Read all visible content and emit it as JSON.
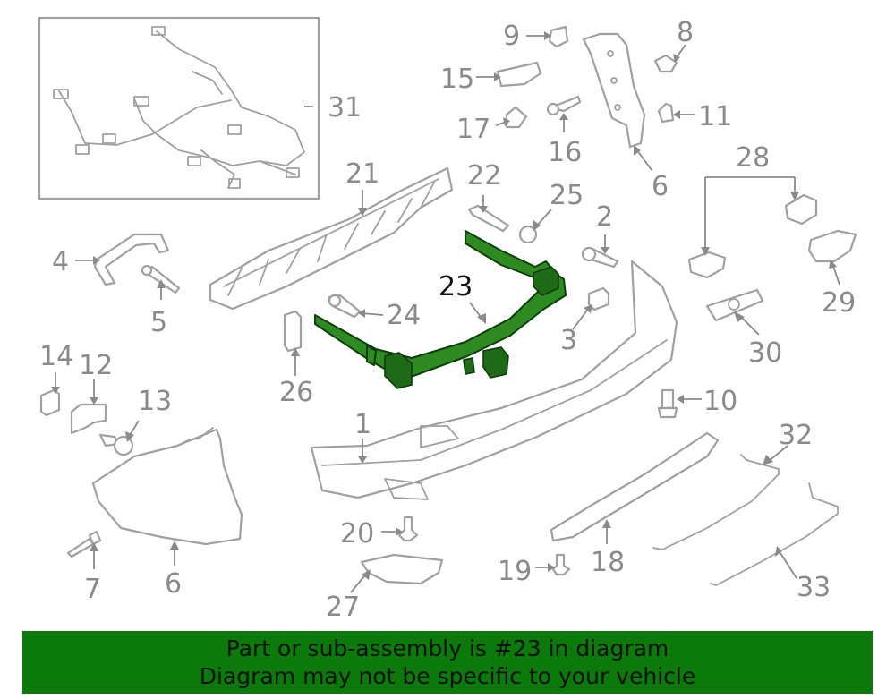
{
  "labels": {
    "l1": "1",
    "l2": "2",
    "l3": "3",
    "l4": "4",
    "l5": "5",
    "l6a": "6",
    "l6b": "6",
    "l7": "7",
    "l8": "8",
    "l9": "9",
    "l10": "10",
    "l11": "11",
    "l12": "12",
    "l13": "13",
    "l14": "14",
    "l15": "15",
    "l16": "16",
    "l17": "17",
    "l18": "18",
    "l19": "19",
    "l20": "20",
    "l21": "21",
    "l22": "22",
    "l23": "23",
    "l24": "24",
    "l25": "25",
    "l26": "26",
    "l27": "27",
    "l28": "28",
    "l29": "29",
    "l30": "30",
    "l31": "31",
    "l32": "32",
    "l33": "33"
  },
  "highlight": {
    "part_number": "23",
    "color": "#2e8b22"
  },
  "banner": {
    "line1": "Part or sub-assembly is #23 in diagram",
    "line2": "Diagram may not be specific to your vehicle",
    "background": "#0b7a0b"
  }
}
